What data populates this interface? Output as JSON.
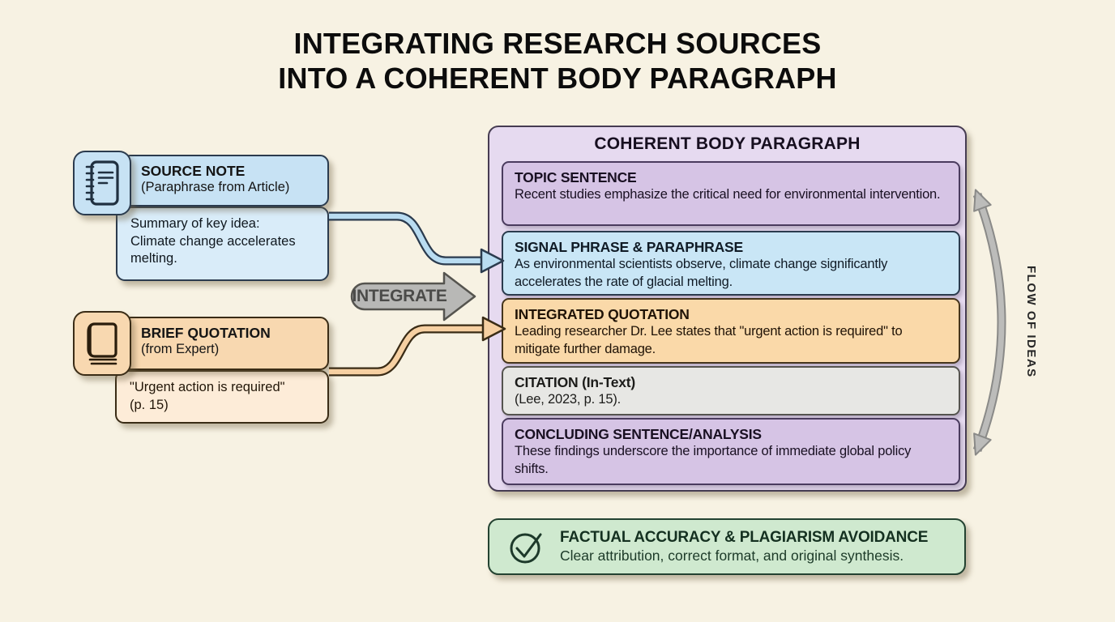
{
  "title": {
    "line1": "INTEGRATING RESEARCH SOURCES",
    "line2": "INTO A COHERENT BODY PARAGRAPH"
  },
  "sources": [
    {
      "icon": "notebook-icon",
      "title": "SOURCE NOTE",
      "subtitle": "(Paraphrase from Article)",
      "body": "Summary of key idea:\nClimate change accelerates melting."
    },
    {
      "icon": "book-icon",
      "title": "BRIEF QUOTATION",
      "subtitle": "(from Expert)",
      "body": "\"Urgent action is required\"\n(p. 15)"
    }
  ],
  "integrate_label": "INTEGRATE",
  "paragraph": {
    "title": "COHERENT BODY PARAGRAPH",
    "sections": [
      {
        "title": "TOPIC SENTENCE",
        "body": "Recent studies emphasize the critical need for environmental intervention.",
        "color": "purple"
      },
      {
        "title": "SIGNAL PHRASE & PARAPHRASE",
        "body": "As environmental scientists observe, climate change significantly accelerates the rate of glacial melting.",
        "color": "blue"
      },
      {
        "title": "INTEGRATED QUOTATION",
        "body": "Leading researcher Dr. Lee states that \"urgent action is required\" to mitigate further damage.",
        "color": "orange"
      },
      {
        "title": "CITATION (In-Text)",
        "body": "(Lee, 2023, p. 15).",
        "color": "gray"
      },
      {
        "title": "CONCLUDING SENTENCE/ANALYSIS",
        "body": "These findings underscore the importance of immediate global policy shifts.",
        "color": "purple"
      }
    ]
  },
  "flow_label": "FLOW OF IDEAS",
  "footer": {
    "icon": "check-circle-icon",
    "title": "FACTUAL ACCURACY & PLAGIARISM AVOIDANCE",
    "body": "Clear attribution, correct format, and original synthesis."
  },
  "colors": {
    "background": "#f7f2e3",
    "blue_fill": "#c7e2f4",
    "orange_fill": "#f8d8b0",
    "purple_fill": "#d6c4e5",
    "gray_fill": "#e7e7e4",
    "green_fill": "#cfe9cf",
    "arrow_gray": "#b8b8b6"
  }
}
